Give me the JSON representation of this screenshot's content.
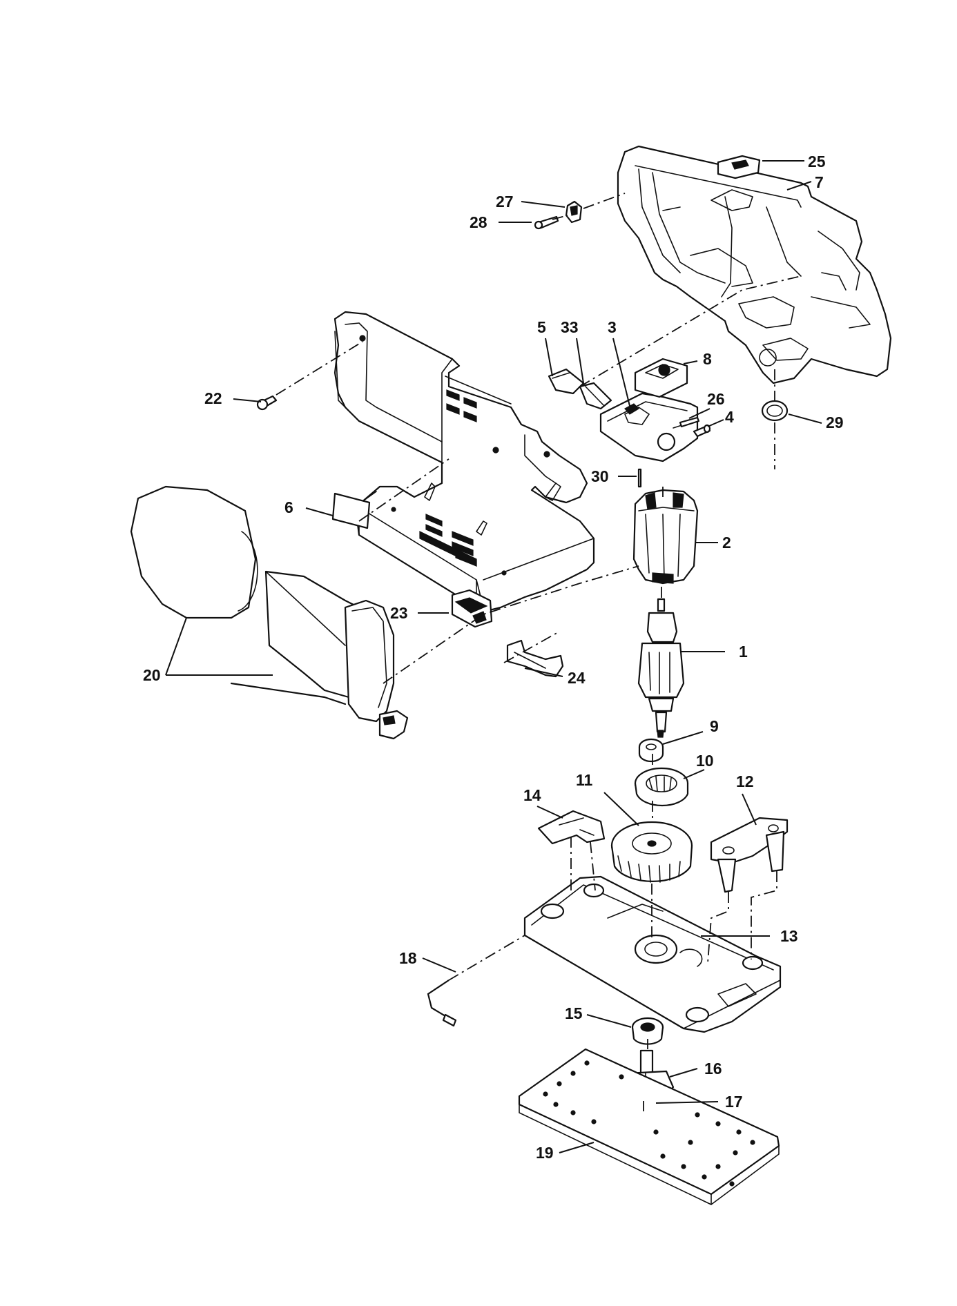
{
  "callouts": [
    {
      "id": "1",
      "text": "1"
    },
    {
      "id": "2",
      "text": "2"
    },
    {
      "id": "3",
      "text": "3"
    },
    {
      "id": "4",
      "text": "4"
    },
    {
      "id": "5",
      "text": "5"
    },
    {
      "id": "6",
      "text": "6"
    },
    {
      "id": "7",
      "text": "7"
    },
    {
      "id": "8",
      "text": "8"
    },
    {
      "id": "9",
      "text": "9"
    },
    {
      "id": "10",
      "text": "10"
    },
    {
      "id": "11",
      "text": "11"
    },
    {
      "id": "12",
      "text": "12"
    },
    {
      "id": "13",
      "text": "13"
    },
    {
      "id": "14",
      "text": "14"
    },
    {
      "id": "15",
      "text": "15"
    },
    {
      "id": "16",
      "text": "16"
    },
    {
      "id": "17",
      "text": "17"
    },
    {
      "id": "18",
      "text": "18"
    },
    {
      "id": "19",
      "text": "19"
    },
    {
      "id": "20",
      "text": "20"
    },
    {
      "id": "22",
      "text": "22"
    },
    {
      "id": "23",
      "text": "23"
    },
    {
      "id": "24",
      "text": "24"
    },
    {
      "id": "25",
      "text": "25"
    },
    {
      "id": "26",
      "text": "26"
    },
    {
      "id": "27",
      "text": "27"
    },
    {
      "id": "28",
      "text": "28"
    },
    {
      "id": "29",
      "text": "29"
    },
    {
      "id": "30",
      "text": "30"
    },
    {
      "id": "33",
      "text": "33"
    }
  ]
}
